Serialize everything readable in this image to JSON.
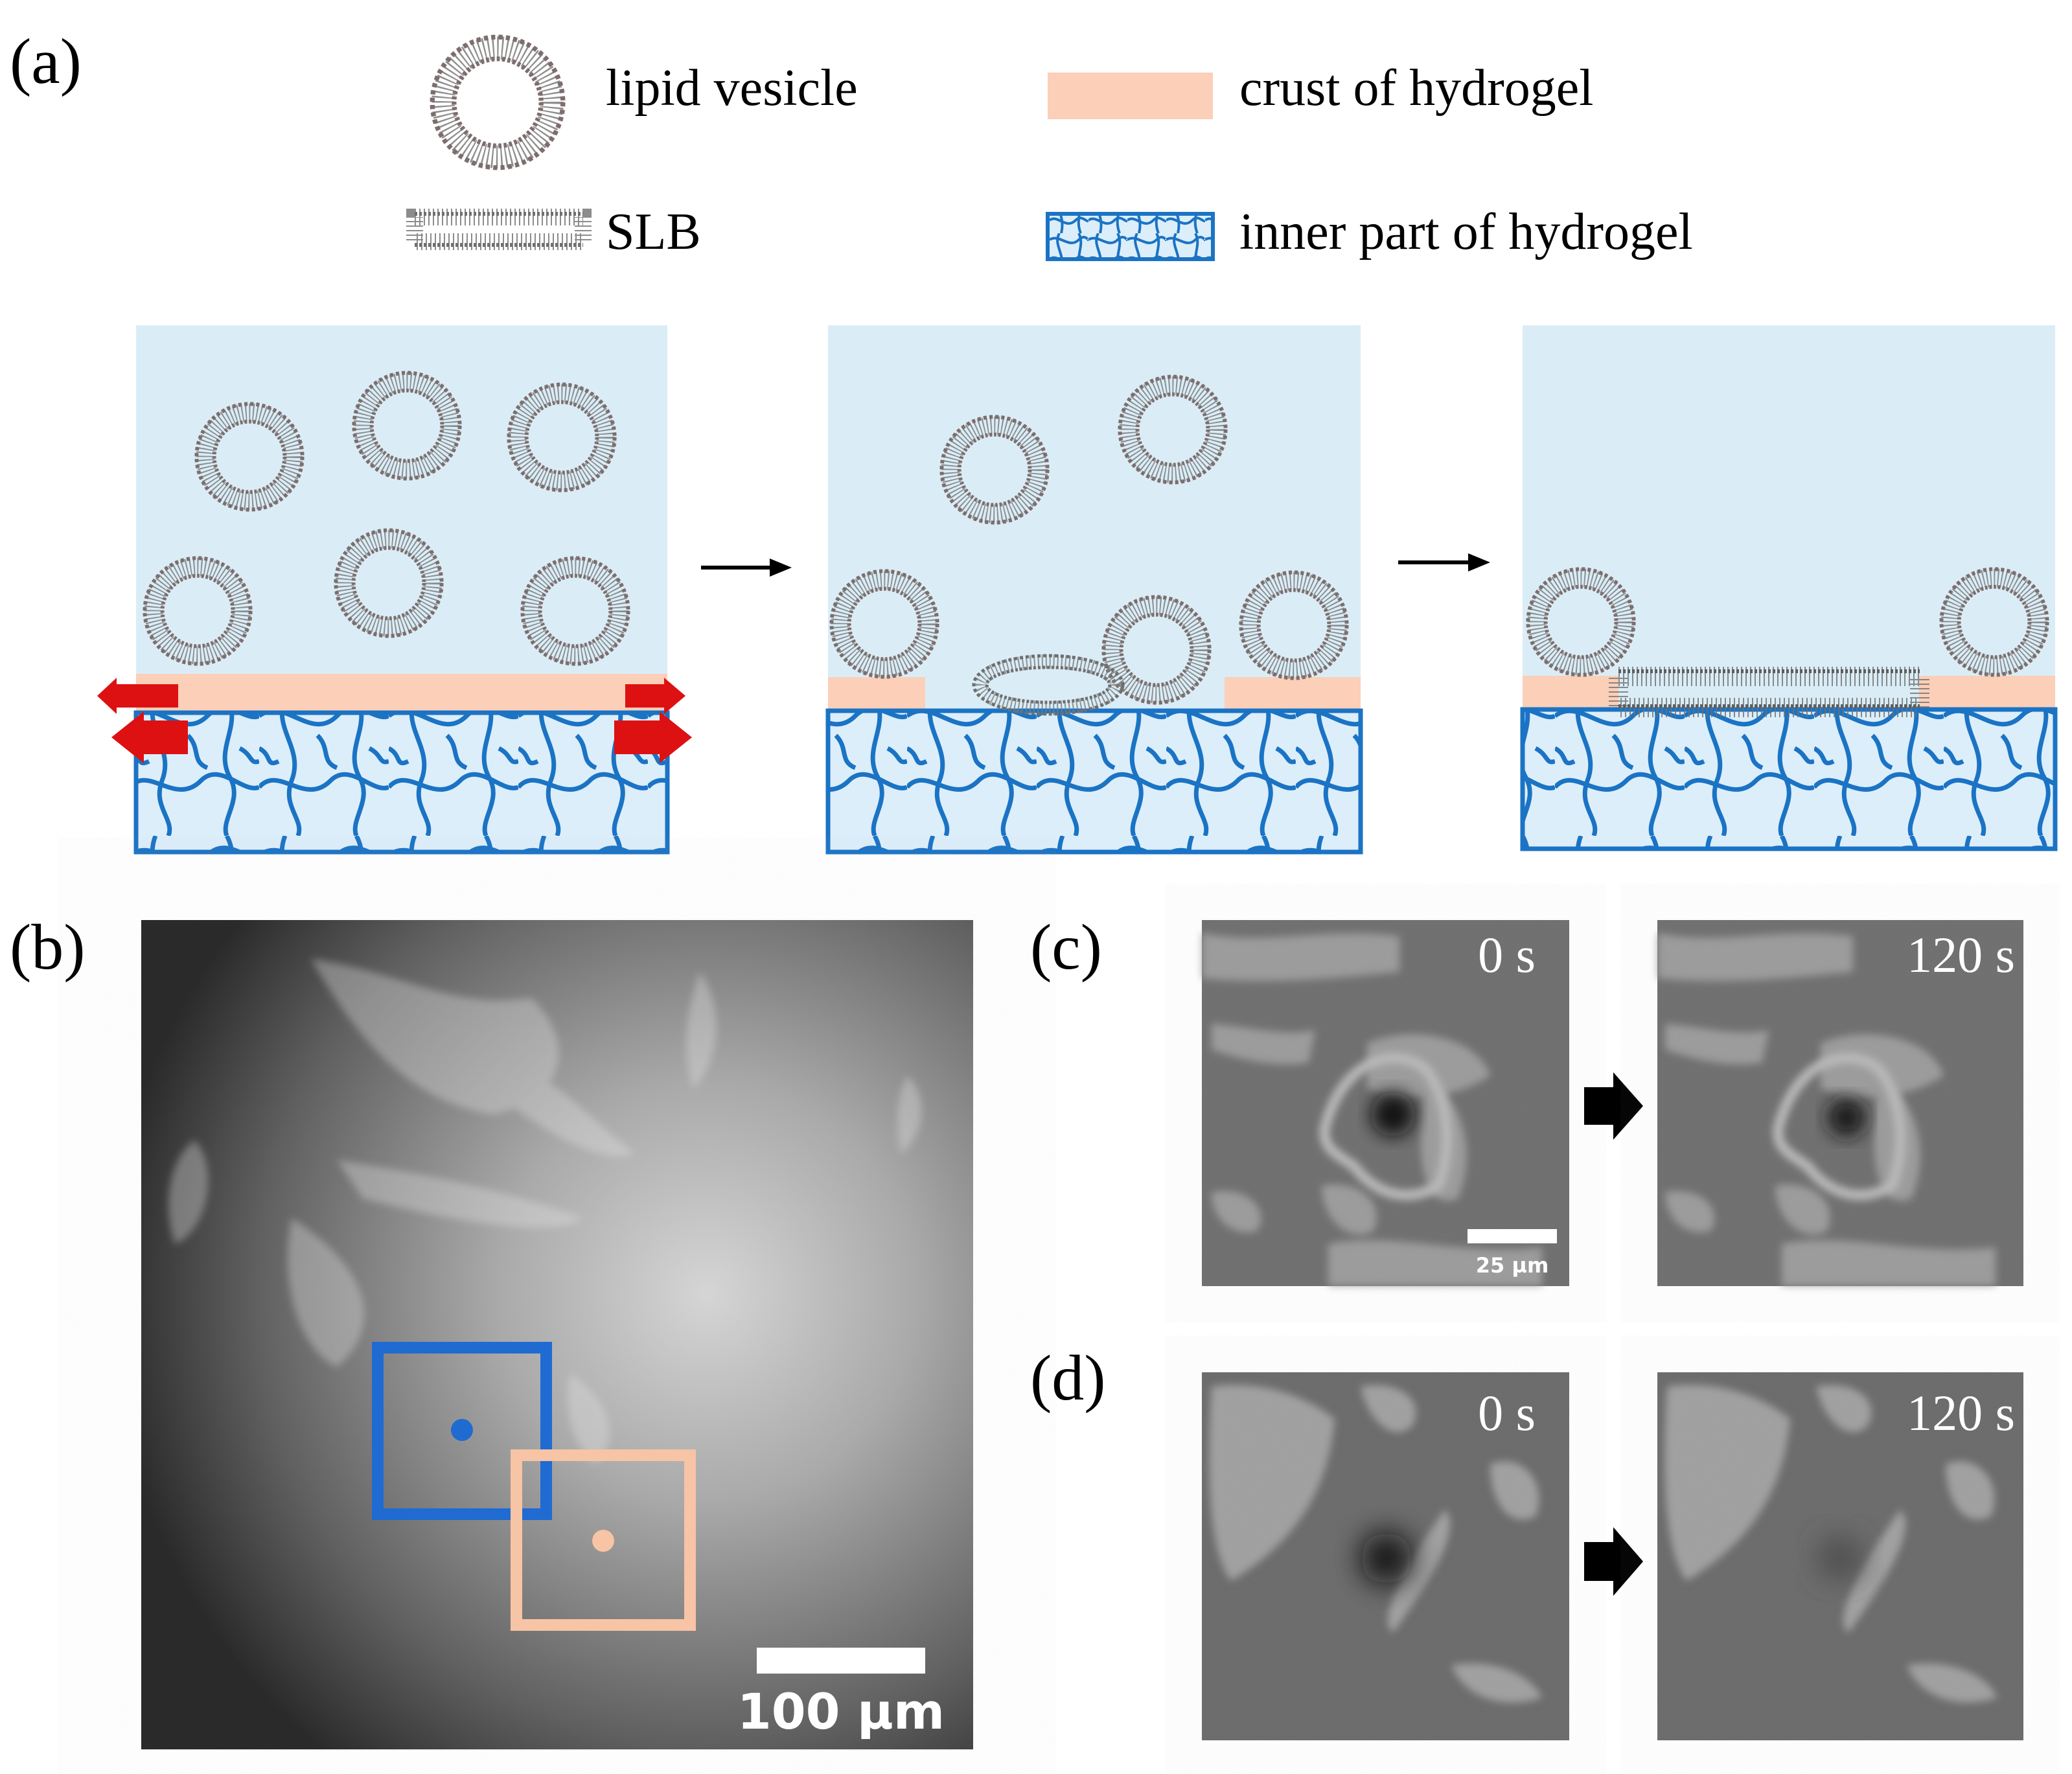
{
  "panels": {
    "a": "(a)",
    "b": "(b)",
    "c": "(c)",
    "d": "(d)"
  },
  "legend": {
    "lipid_vesicle": "lipid vesicle",
    "slb": "SLB",
    "crust": "crust of hydrogel",
    "inner": "inner part of hydrogel"
  },
  "times": {
    "c_before": "0 s",
    "c_after": "120 s",
    "d_before": "0 s",
    "d_after": "120 s"
  },
  "scalebars": {
    "b": "100 µm",
    "c": "25 µm"
  },
  "colors": {
    "water": "#daedf7",
    "crust": "#fbcfb8",
    "gel_line": "#1b73c4",
    "gel_fill": "#dceefa",
    "lipid": "#6f6f6f",
    "push_arrow": "#dd1111",
    "roi_blue": "#1f6bd1",
    "roi_peach": "#f7c4a5"
  }
}
